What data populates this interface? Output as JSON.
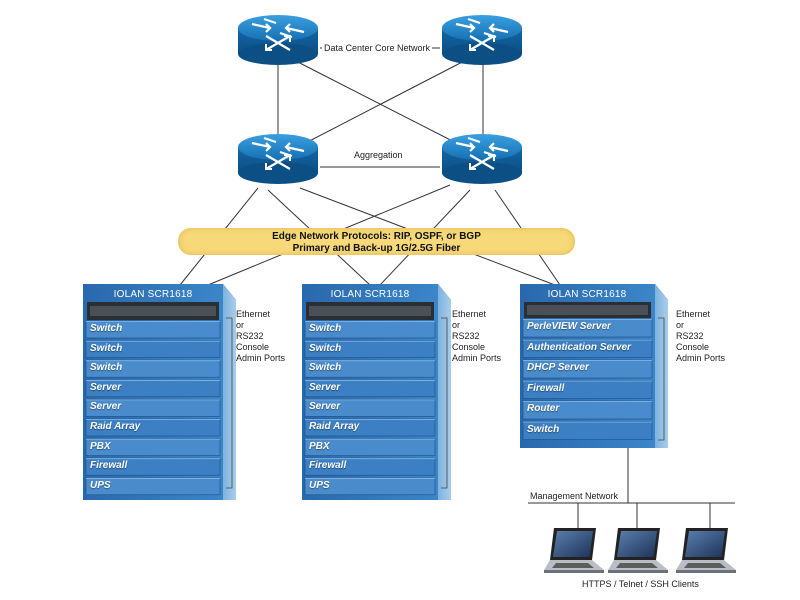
{
  "core_label": "Data Center Core Network",
  "aggregation_label": "Aggregation",
  "edge_band": {
    "line1": "Edge Network Protocols:  RIP, OSPF, or BGP",
    "line2": "Primary and Back-up 1G/2.5G Fiber"
  },
  "racks": [
    {
      "title": "IOLAN SCR1618",
      "slots": [
        "Switch",
        "Switch",
        "Switch",
        "Server",
        "Server",
        "Raid Array",
        "PBX",
        "Firewall",
        "UPS"
      ],
      "ports": [
        "Ethernet",
        "or",
        "RS232",
        "Console",
        "Admin Ports"
      ]
    },
    {
      "title": "IOLAN SCR1618",
      "slots": [
        "Switch",
        "Switch",
        "Switch",
        "Server",
        "Server",
        "Raid Array",
        "PBX",
        "Firewall",
        "UPS"
      ],
      "ports": [
        "Ethernet",
        "or",
        "RS232",
        "Console",
        "Admin Ports"
      ]
    },
    {
      "title": "IOLAN SCR1618",
      "slots": [
        "PerleVIEW Server",
        "Authentication Server",
        "DHCP Server",
        "Firewall",
        "Router",
        "Switch"
      ],
      "ports": [
        "Ethernet",
        "or",
        "RS232",
        "Console",
        "Admin Ports"
      ]
    }
  ],
  "management_network_label": "Management Network",
  "clients_label": "HTTPS / Telnet / SSH Clients",
  "colors": {
    "router_blue": "#1a7fc4",
    "rack_blue": "#2f73b8",
    "band_yellow": "#f7d97a",
    "link": "#333333"
  }
}
